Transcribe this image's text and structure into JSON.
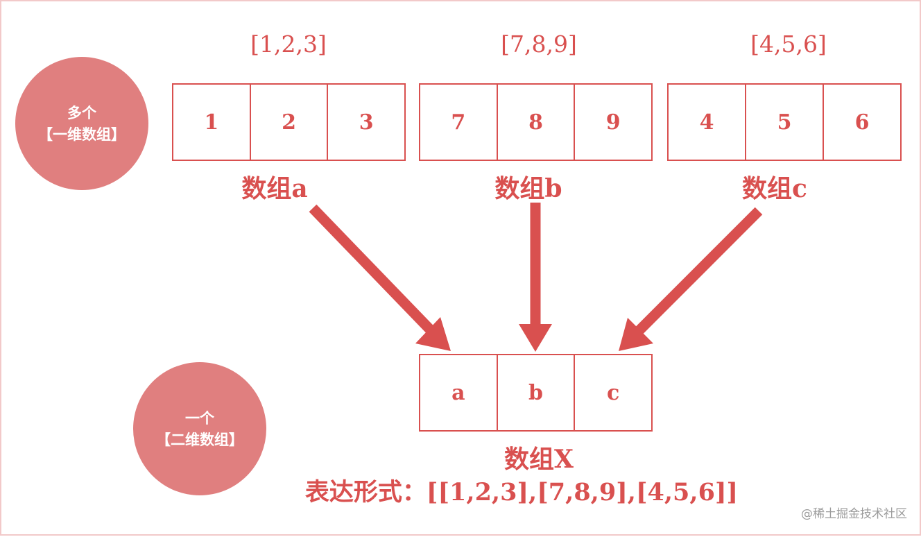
{
  "badges": {
    "top": {
      "line1": "多个",
      "line2": "【一维数组】"
    },
    "bottom": {
      "line1": "一个",
      "line2": "【二维数组】"
    }
  },
  "arrays": [
    {
      "literal": "[1,2,3]",
      "cells": [
        "1",
        "2",
        "3"
      ],
      "name": "数组a"
    },
    {
      "literal": "[7,8,9]",
      "cells": [
        "7",
        "8",
        "9"
      ],
      "name": "数组b"
    },
    {
      "literal": "[4,5,6]",
      "cells": [
        "4",
        "5",
        "6"
      ],
      "name": "数组c"
    }
  ],
  "result": {
    "cells": [
      "a",
      "b",
      "c"
    ],
    "name": "数组X"
  },
  "expression": "表达形式：[[1,2,3],[7,8,9],[4,5,6]]",
  "watermark": "@稀土掘金技术社区",
  "colors": {
    "accent": "#d9504f",
    "badge_fill": "#e07f7f",
    "border": "#f2c9c9",
    "watermark": "#9b9b9b"
  }
}
